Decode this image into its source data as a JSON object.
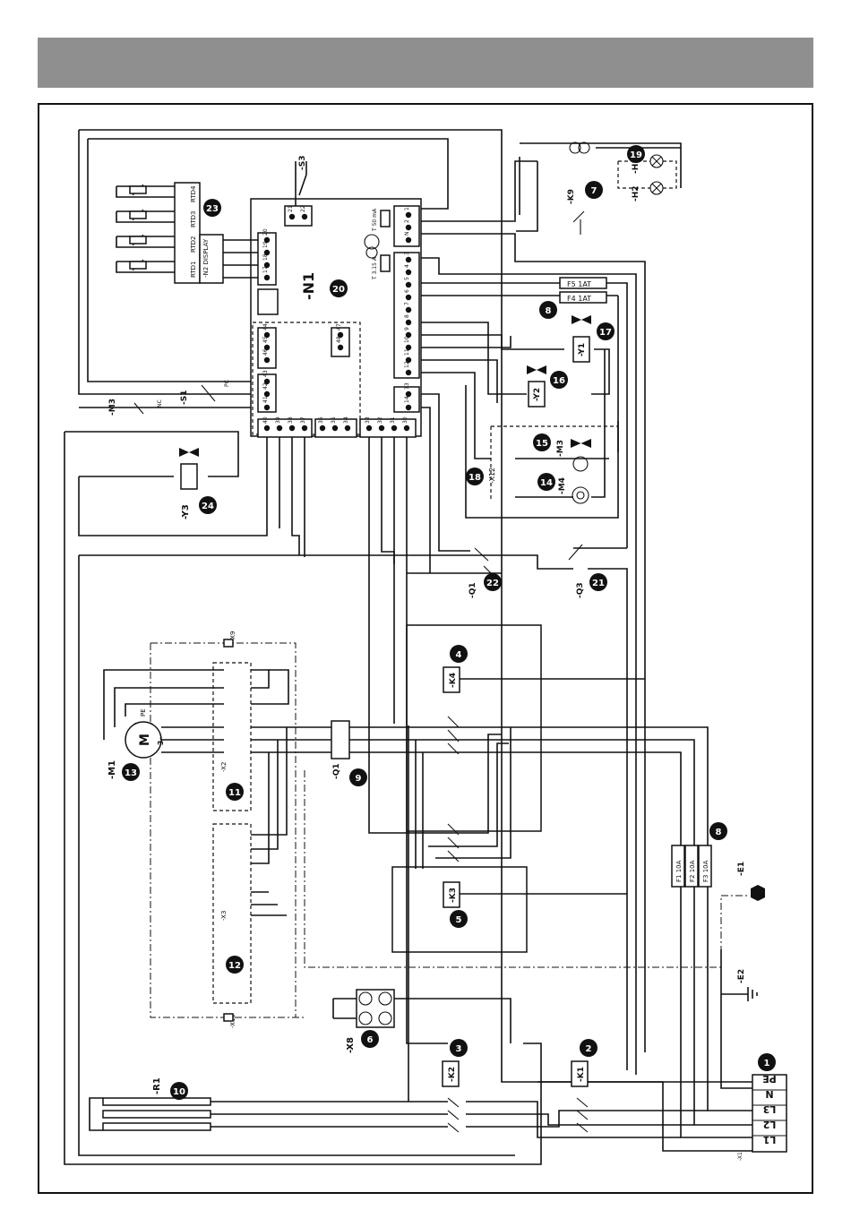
{
  "diagram": {
    "module_n1": {
      "id": "-N1",
      "badge": "20",
      "fuse_a": "T 50 mA",
      "fuse_b": "T 3.15 A",
      "terminals_right": [
        "1",
        "2",
        "N",
        "3",
        "4",
        "5",
        "6",
        "7",
        "8",
        "9",
        "10",
        "11",
        "12",
        "13",
        "14"
      ],
      "terminals_bottom": [
        "40",
        "39",
        "38",
        "37",
        "36",
        "35",
        "34",
        "33",
        "32",
        "31",
        "30"
      ],
      "terminals_left_a": [
        "20",
        "19",
        "18",
        "17",
        "16"
      ],
      "terminals_left_b": [
        "43",
        "42",
        "41"
      ],
      "terminals_mid": [
        "44",
        "45",
        "46"
      ],
      "terminals_mid2": [
        "47",
        "48"
      ],
      "s3_pins": [
        "21",
        "22"
      ]
    },
    "display": {
      "id": "-N2 DISPLAY",
      "badge": "23",
      "rtd": [
        "RTD1",
        "RTD2",
        "RTD3",
        "RTD4"
      ]
    },
    "labels": {
      "s3": "-S3",
      "s1": "-S1",
      "m3_switch": "-M3",
      "nc": "NC",
      "pc": "PC",
      "k9": "-K9",
      "h1": "-H1",
      "h2": "-H2",
      "y1": "-Y1",
      "y2": "-Y2",
      "y3": "-Y3",
      "m3": "-M3",
      "m4": "-M4",
      "x12": "-X12",
      "q1": "-Q1",
      "q3": "-Q3",
      "k4": "-K4",
      "k3": "-K3",
      "k2": "-K2",
      "k1": "-K1",
      "m1": "-M1",
      "m1_sym": "M",
      "m1_sub": "3~",
      "pe": "PE",
      "x2": "-X2",
      "x3": "-X3",
      "x9": "-X9",
      "x10": "-X10",
      "x8": "-X8",
      "r1": "-R1",
      "e1": "-E1",
      "e2": "-E2",
      "x1": "-X1"
    },
    "fuses_right": [
      "F5 1AT",
      "F4 1AT"
    ],
    "fuses_main": [
      "F1 10A",
      "F2 10A",
      "F3 10A"
    ],
    "supply": [
      "PE",
      "N",
      "L3",
      "L2",
      "L1"
    ],
    "badges": {
      "b1": "1",
      "b2": "2",
      "b3": "3",
      "b4": "4",
      "b5": "5",
      "b6": "6",
      "b7": "7",
      "b8a": "8",
      "b8b": "8",
      "b9": "9",
      "b10": "10",
      "b11": "11",
      "b12": "12",
      "b13": "13",
      "b14": "14",
      "b15": "15",
      "b16": "16",
      "b17": "17",
      "b18": "18",
      "b19": "19",
      "b21": "21",
      "b22": "22",
      "b24": "24"
    }
  }
}
